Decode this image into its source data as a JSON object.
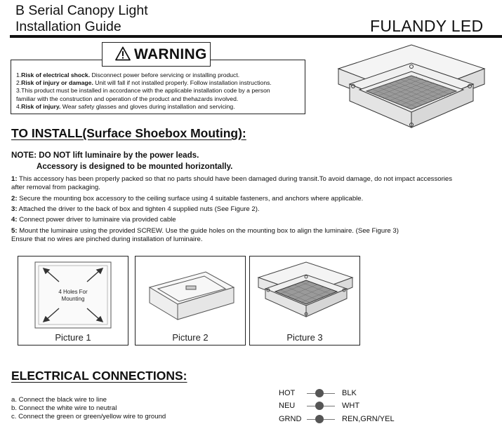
{
  "header": {
    "title_line1": "B Serial Canopy Light",
    "title_line2": "Installation Guide",
    "brand": "FULANDY LED"
  },
  "warning": {
    "heading": "WARNING",
    "icon": "warning-triangle-icon",
    "items": [
      {
        "prefix": "1.",
        "bold": "Risk of electrical shock.",
        "text": " Disconnect power before servicing or installing product."
      },
      {
        "prefix": "2.",
        "bold": "Risk of injury or damage.",
        "text": " Unit will fall if not installed properly. Follow installation instructions."
      },
      {
        "prefix": "3.",
        "bold": "",
        "text": "This product must be installed in accordance with the applicable installation code by a person"
      },
      {
        "prefix": "",
        "bold": "",
        "text": "familiar with the construction and operation of the product and thehazards involved."
      },
      {
        "prefix": "4.",
        "bold": "Risk of injury.",
        "text": " Wear safety glasses and gloves during installation and servicing."
      }
    ]
  },
  "install": {
    "heading": "TO INSTALL(Surface Shoebox Mouting):",
    "note_line1": "NOTE: DO NOT lift luminaire by the power leads.",
    "note_line2": "Accessory is designed to be mounted horizontally.",
    "steps": [
      {
        "num": "1:",
        "text": " This accessory has been properly packed so that no parts should have been damaged during transit.To avoid damage, do not impact accessories",
        "cont": "after removal from packaging."
      },
      {
        "num": "2:",
        "text": " Secure the mounting box accessory to the ceiling surface using 4 suitable fasteners, and anchors where applicable.",
        "cont": ""
      },
      {
        "num": "3:",
        "text": " Attached the driver to the back of box and tighten 4 supplied nuts (See Figure 2).",
        "cont": ""
      },
      {
        "num": "4:",
        "text": " Connect power driver to luminaire via provided cable",
        "cont": ""
      },
      {
        "num": "5:",
        "text": " Mount the luminaire using the provided SCREW. Use the guide holes on the mounting box to align the luminaire. (See Figure 3)",
        "cont": "Ensure that no  wires are pinched during installation of luminaire."
      }
    ]
  },
  "pictures": [
    {
      "caption": "Picture 1",
      "inner_label_1": "4 Holes For",
      "inner_label_2": "Mounting"
    },
    {
      "caption": "Picture 2",
      "inner_label_1": "",
      "inner_label_2": ""
    },
    {
      "caption": "Picture 3",
      "inner_label_1": "",
      "inner_label_2": ""
    }
  ],
  "electrical": {
    "heading": "ELECTRICAL CONNECTIONS:",
    "lines": [
      "a. Connect the black wire to line",
      "b. Connect the white wire to neutral",
      "c. Connect the green or green/yellow wire to ground"
    ],
    "wires": [
      {
        "label": "HOT",
        "color": "BLK"
      },
      {
        "label": "NEU",
        "color": "WHT"
      },
      {
        "label": "GRND",
        "color": "REN,GRN/YEL"
      }
    ]
  }
}
